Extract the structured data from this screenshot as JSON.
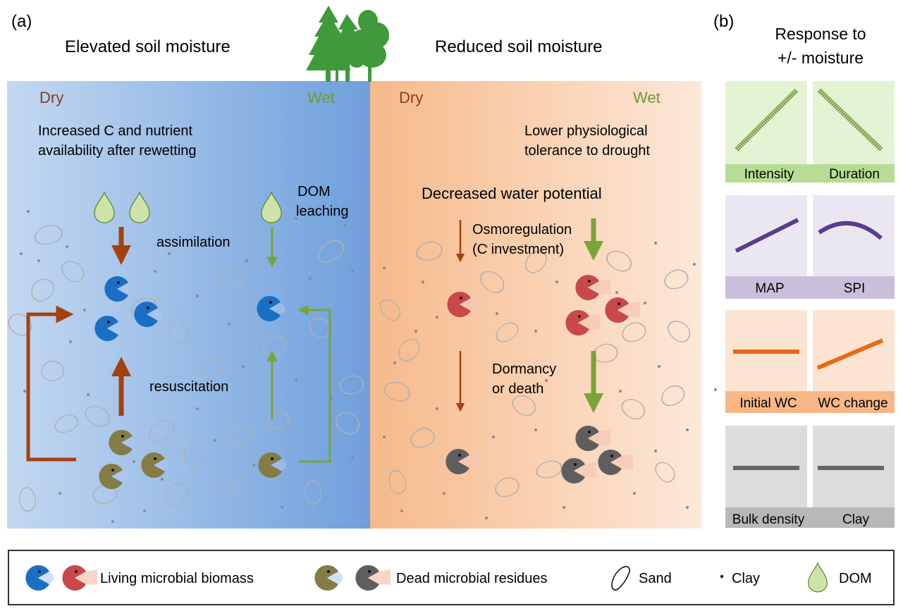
{
  "panel_a": {
    "label": "(a)",
    "left_title": "Elevated soil moisture",
    "right_title": "Reduced soil moisture",
    "left": {
      "dry": "Dry",
      "wet": "Wet",
      "note_line1": "Increased C and nutrient",
      "note_line2": "availability after rewetting",
      "dom_line1": "DOM",
      "dom_line2": "leaching",
      "assimilation": "assimilation",
      "resuscitation": "resuscitation"
    },
    "right": {
      "dry": "Dry",
      "wet": "Wet",
      "note_line1": "Lower  physiological",
      "note_line2": "tolerance to drought",
      "potential": "Decreased water potential",
      "osmo_line1": "Osmoregulation",
      "osmo_line2": "(C investment)",
      "dormancy_line1": "Dormancy",
      "dormancy_line2": "or death"
    }
  },
  "panel_b": {
    "label": "(b)",
    "title_line1": "Response to",
    "title_line2": "+/- moisture",
    "rows": [
      {
        "left": "Intensity",
        "right": "Duration",
        "color": "#6f9a36"
      },
      {
        "left": "MAP",
        "right": "SPI",
        "color": "#5a3c8a"
      },
      {
        "left": "Initial WC",
        "right": "WC change",
        "color": "#e86a12"
      },
      {
        "left": "Bulk density",
        "right": "Clay",
        "color": "#666666"
      }
    ]
  },
  "legend": {
    "living": "Living microbial biomass",
    "dead": "Dead microbial residues",
    "sand": "Sand",
    "clay": "Clay",
    "dom": "DOM"
  },
  "colors": {
    "living_blue": "#1a6fc4",
    "living_red": "#c9484b",
    "dead_olive": "#857b45",
    "dead_gray": "#5e5e5e",
    "dry_red": "#8b3a2a",
    "wet_green": "#6f9a36",
    "arrow_brown": "#a4420f",
    "arrow_green": "#7aa338",
    "tree_green": "#3f9a3c"
  }
}
